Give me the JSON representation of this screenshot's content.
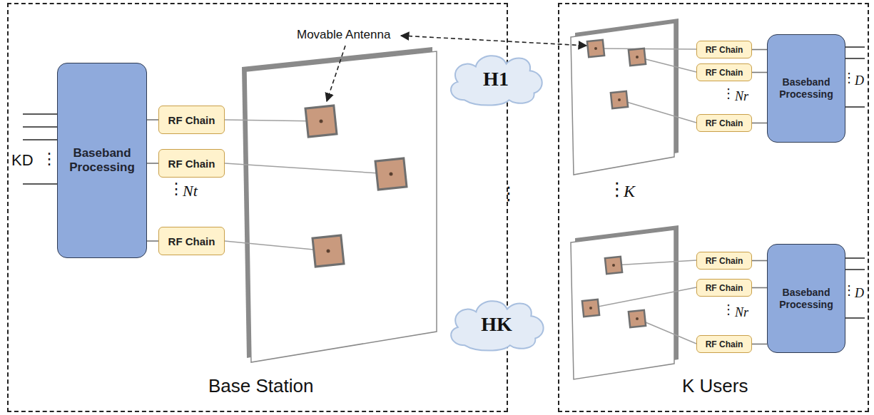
{
  "diagram": {
    "nodes": [
      {
        "text": [
          "Base Station"
        ]
      },
      {
        "text": [
          "Baseband Processing"
        ],
        "in": 0
      },
      {
        "text": [
          "RF Chain"
        ],
        "in": 0
      },
      {
        "text": [
          "RF Chain"
        ],
        "in": 0
      },
      {
        "text": [
          "RF Chain"
        ],
        "in": 0
      },
      {
        "text": [
          "K Users"
        ]
      },
      {
        "text": [
          "RF Chain"
        ],
        "in": 5
      },
      {
        "text": [
          "RF Chain"
        ],
        "in": 5
      },
      {
        "text": [
          "RF Chain"
        ],
        "in": 5
      },
      {
        "text": [
          "Baseband Processing"
        ],
        "in": 5
      },
      {
        "text": [
          "RF Chain"
        ],
        "in": 5
      },
      {
        "text": [
          "RF Chain"
        ],
        "in": 5
      },
      {
        "text": [
          "RF Chain"
        ],
        "in": 5
      },
      {
        "text": [
          "Baseband Processing"
        ],
        "in": 5
      },
      {
        "text": [
          "H1"
        ]
      },
      {
        "text": [
          "HK"
        ]
      }
    ],
    "edges": [
      {
        "from": 1,
        "to": 2,
        "arrow": "none"
      },
      {
        "from": 1,
        "to": 3,
        "arrow": "none"
      },
      {
        "from": 1,
        "to": 4,
        "arrow": "none"
      },
      {
        "from": 6,
        "to": 9,
        "arrow": "none"
      },
      {
        "from": 7,
        "to": 9,
        "arrow": "none"
      },
      {
        "from": 8,
        "to": 9,
        "arrow": "none"
      },
      {
        "from": 10,
        "to": 13,
        "arrow": "none"
      },
      {
        "from": 11,
        "to": 13,
        "arrow": "none"
      },
      {
        "from": 12,
        "to": 13,
        "arrow": "none"
      }
    ],
    "labels": [
      "Movable Antenna",
      "KD",
      "⋮",
      "⋮",
      "Nt",
      "⋮",
      "⋮",
      "Nr",
      "⋮",
      "D",
      "⋮",
      "K",
      "⋮",
      "Nr",
      "⋮",
      "D"
    ]
  }
}
